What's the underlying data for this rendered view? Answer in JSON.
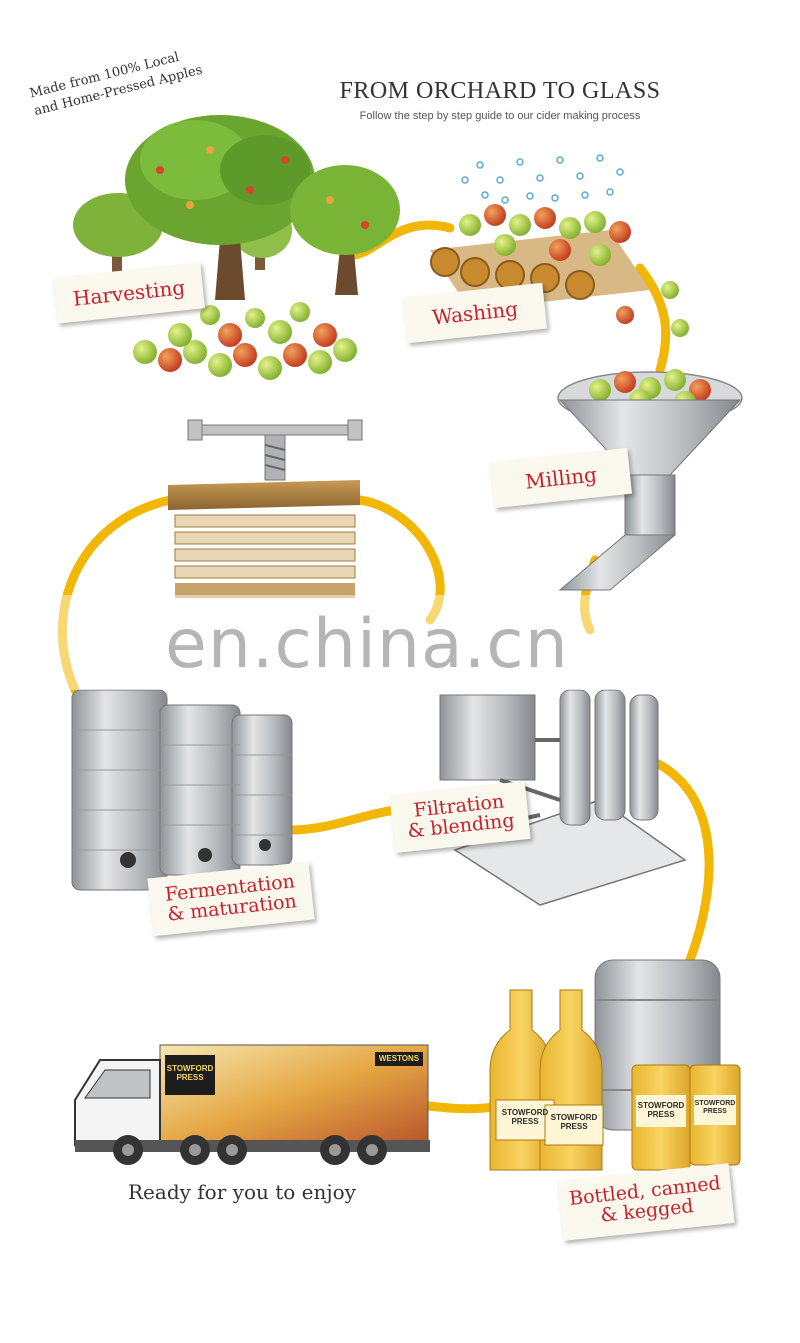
{
  "header": {
    "title": "FROM ORCHARD TO GLASS",
    "subtitle": "Follow the step by step guide to our cider making process",
    "tagline_line1": "Made from 100% Local",
    "tagline_line2": "and Home-Pressed Apples"
  },
  "steps": {
    "harvesting": "Harvesting",
    "washing": "Washing",
    "milling": "Milling",
    "filtration_line1": "Filtration",
    "filtration_line2": "& blending",
    "fermentation_line1": "Fermentation",
    "fermentation_line2": "& maturation",
    "bottled_line1": "Bottled, canned",
    "bottled_line2": "& kegged"
  },
  "truck": {
    "brand_left": "STOWFORD PRESS",
    "brand_right": "WESTONS"
  },
  "products": {
    "bottle_brand": "STOWFORD PRESS",
    "can_brand": "STOWFORD PRESS"
  },
  "footer_text": "Ready for you to enjoy",
  "watermark": "en.china.cn",
  "colors": {
    "path": "#f2b705",
    "label_text": "#c8202c",
    "label_bg": "#fbf8ee",
    "apple_green": "#9ac43a",
    "apple_red": "#d9442c",
    "steel": "#b9bcc0"
  }
}
